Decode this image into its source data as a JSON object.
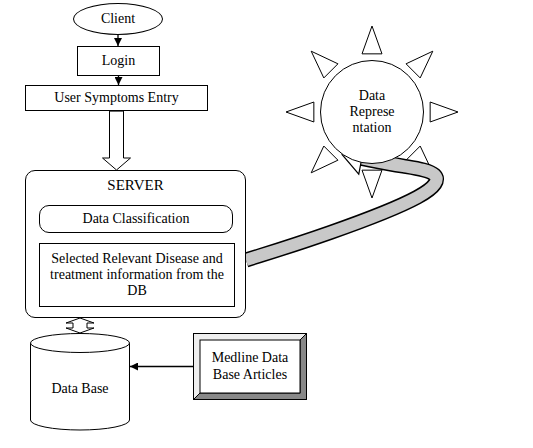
{
  "diagram": {
    "nodes": [
      {
        "text": [
          "Client"
        ]
      },
      {
        "text": [
          "Login"
        ]
      },
      {
        "text": [
          "User  Symptoms Entry"
        ]
      },
      {
        "text": [
          "SERVER"
        ]
      },
      {
        "text": [
          "Data Classification"
        ],
        "in": 3
      },
      {
        "text": [
          "Selected Relevant Disease and treatment information from the DB"
        ],
        "in": 3
      },
      {
        "text": [
          "Data Base"
        ]
      },
      {
        "text": [
          "Medline Data Base Articles"
        ]
      },
      {
        "text": [
          "Data Represe ntation"
        ]
      }
    ],
    "edges": [
      {
        "from": 0,
        "to": 1,
        "arrow": "to"
      },
      {
        "from": 1,
        "to": 2,
        "arrow": "to"
      },
      {
        "from": 2,
        "to": 3,
        "arrow": "to"
      },
      {
        "from": 3,
        "to": 6,
        "arrow": "both"
      },
      {
        "from": 7,
        "to": 6,
        "arrow": "to"
      },
      {
        "from": 3,
        "to": 8,
        "arrow": "to"
      }
    ]
  }
}
